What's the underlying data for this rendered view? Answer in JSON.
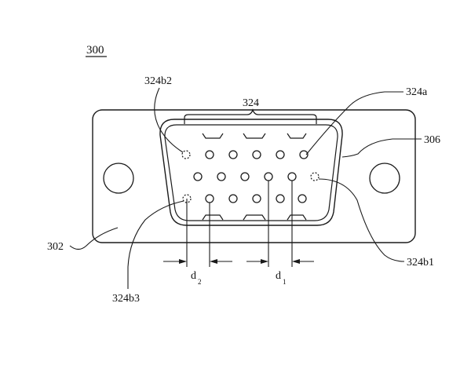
{
  "figure_label": "300",
  "labels": {
    "housing": "302",
    "shell": "306",
    "pin_group": "324",
    "pin_324a": "324a",
    "pin_324b1": "324b1",
    "pin_324b2": "324b2",
    "pin_324b3": "324b3"
  },
  "dimensions": {
    "d1_letter": "d",
    "d1_sub": "1",
    "d2_letter": "d",
    "d2_sub": "2"
  },
  "pin_rows": {
    "row1_count": 5,
    "row2_count": 5,
    "row3_count": 5
  },
  "colors": {
    "line": "#1a1a1a",
    "background": "#ffffff"
  }
}
